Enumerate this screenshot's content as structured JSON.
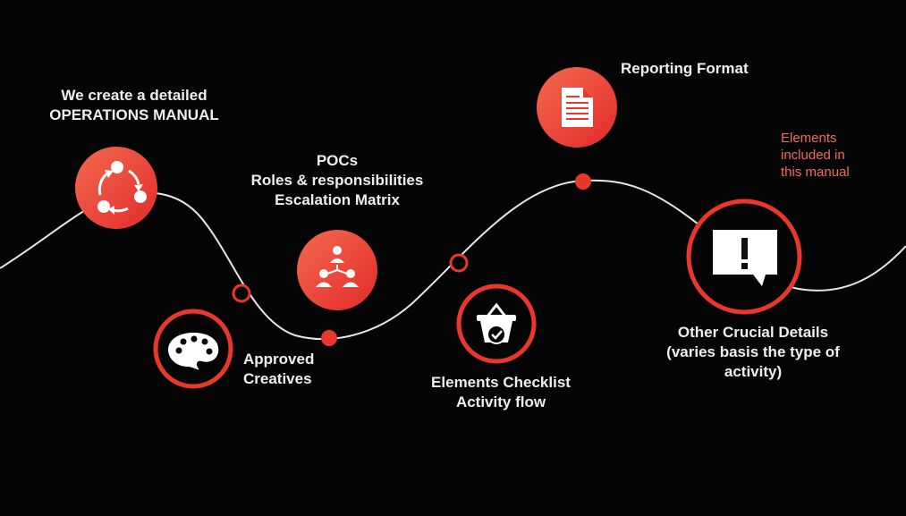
{
  "colors": {
    "background": "#050505",
    "accent": "#e8382c",
    "accent_light": "#f36a4f",
    "path_line": "#e6e6e6",
    "text": "#eeeeee",
    "note_text": "#f36a5f"
  },
  "steps": [
    {
      "id": "operations-manual",
      "icon": "cycle-arrows-icon",
      "lines": [
        "We create a detailed",
        "OPERATIONS MANUAL"
      ]
    },
    {
      "id": "approved-creatives",
      "icon": "palette-icon",
      "lines": [
        "Approved",
        "Creatives"
      ]
    },
    {
      "id": "pocs",
      "icon": "team-hierarchy-icon",
      "lines": [
        "POCs",
        "Roles & responsibilities",
        "Escalation Matrix"
      ]
    },
    {
      "id": "elements-checklist",
      "icon": "basket-check-icon",
      "lines": [
        "Elements Checklist",
        "Activity flow"
      ]
    },
    {
      "id": "reporting-format",
      "icon": "document-icon",
      "lines": [
        "Reporting Format"
      ]
    },
    {
      "id": "other-details",
      "icon": "alert-message-icon",
      "lines": [
        "Other Crucial Details",
        "(varies basis the type of",
        "activity)"
      ]
    }
  ],
  "note": {
    "lines": [
      "Elements",
      "included in",
      "this manual"
    ]
  }
}
